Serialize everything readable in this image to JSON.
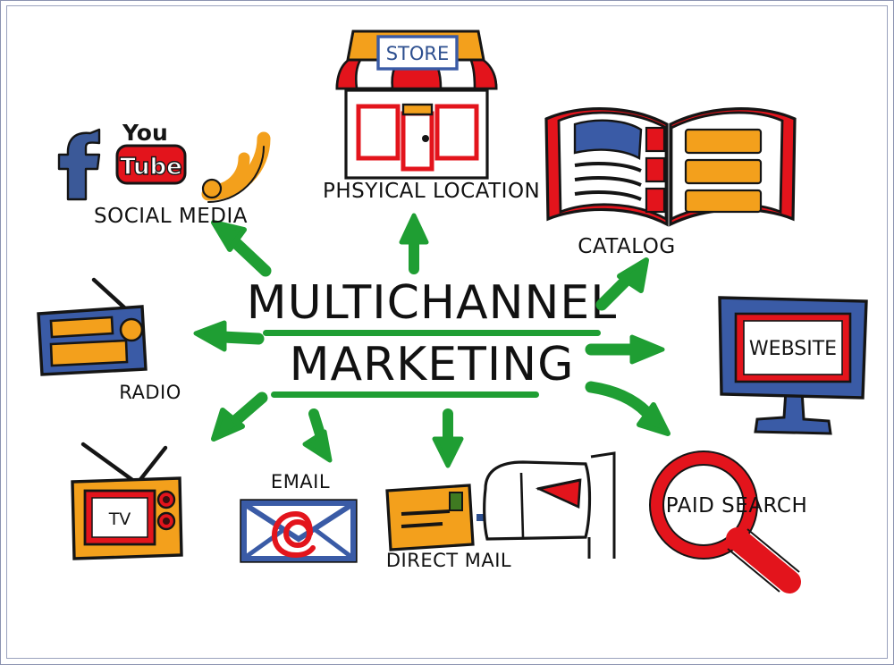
{
  "figure": {
    "kind": "hand-drawn-infographic",
    "center_title_line1": "MULTICHANNEL",
    "center_title_line2": "MARKETING",
    "background_color": "#ffffff",
    "frame_color": "#8b93b0",
    "arrow_color": "#1f9e33"
  },
  "palette": {
    "green": "#1f9e33",
    "red": "#e3141c",
    "orange": "#f3a01c",
    "blue": "#3a5ba6",
    "facebook_blue": "#3b5998",
    "dark_blue": "#2d4f8f",
    "ink": "#111111",
    "white": "#ffffff"
  },
  "channels": [
    {
      "id": "social-media",
      "label": "SOCIAL MEDIA",
      "icons": [
        {
          "name": "facebook-icon",
          "glyph": "f",
          "color": "#3b5998"
        },
        {
          "name": "youtube-icon",
          "text_top": "You",
          "text_box": "Tube",
          "color": "#e3141c"
        },
        {
          "name": "rss-icon",
          "color": "#f3a01c"
        }
      ]
    },
    {
      "id": "physical-location",
      "label": "PHSYICAL LOCATION",
      "icon": "storefront-icon",
      "sign_text": "STORE"
    },
    {
      "id": "catalog",
      "label": "CATALOG",
      "icon": "open-book-icon"
    },
    {
      "id": "website",
      "label": "WEBSITE",
      "icon": "monitor-icon",
      "screen_text": "WEBSITE"
    },
    {
      "id": "radio",
      "label": "RADIO",
      "icon": "radio-icon"
    },
    {
      "id": "tv",
      "label": "TV",
      "icon": "television-icon",
      "screen_text": "TV"
    },
    {
      "id": "email",
      "label": "EMAIL",
      "icon": "envelope-at-icon"
    },
    {
      "id": "direct-mail",
      "label": "DIRECT MAIL",
      "icon": "mailbox-icon"
    },
    {
      "id": "paid-search",
      "label": "PAID SEARCH",
      "icon": "magnifying-glass-icon"
    }
  ],
  "arrows": [
    {
      "name": "arrow-to-social-media",
      "direction": "up-left"
    },
    {
      "name": "arrow-to-physical-location",
      "direction": "up"
    },
    {
      "name": "arrow-to-catalog",
      "direction": "up-right"
    },
    {
      "name": "arrow-to-radio",
      "direction": "left"
    },
    {
      "name": "arrow-to-website",
      "direction": "right"
    },
    {
      "name": "arrow-to-tv",
      "direction": "down-left"
    },
    {
      "name": "arrow-to-email",
      "direction": "down"
    },
    {
      "name": "arrow-to-direct-mail",
      "direction": "down"
    },
    {
      "name": "arrow-to-paid-search",
      "direction": "down-right"
    }
  ]
}
